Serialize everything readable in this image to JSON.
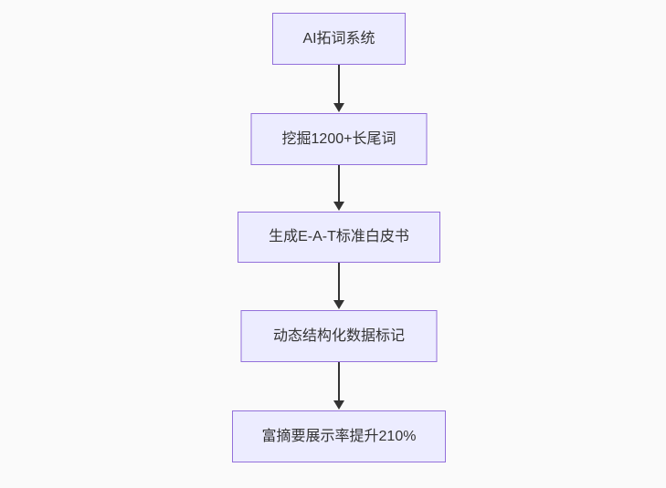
{
  "diagram": {
    "type": "flowchart",
    "direction": "top-down",
    "nodes": [
      {
        "id": "A",
        "label": "AI拓词系统"
      },
      {
        "id": "B",
        "label": "挖掘1200+长尾词"
      },
      {
        "id": "C",
        "label": "生成E-A-T标准白皮书"
      },
      {
        "id": "D",
        "label": "动态结构化数据标记"
      },
      {
        "id": "E",
        "label": "富摘要展示率提升210%"
      }
    ],
    "edges": [
      {
        "from": "A",
        "to": "B",
        "arrow": "down"
      },
      {
        "from": "B",
        "to": "C",
        "arrow": "down"
      },
      {
        "from": "C",
        "to": "D",
        "arrow": "down"
      },
      {
        "from": "D",
        "to": "E",
        "arrow": "down"
      }
    ],
    "colors": {
      "node_fill": "#ECECFF",
      "node_border": "#9370DB",
      "arrow": "#333333",
      "text": "#333333",
      "background": "#fafafa"
    }
  }
}
